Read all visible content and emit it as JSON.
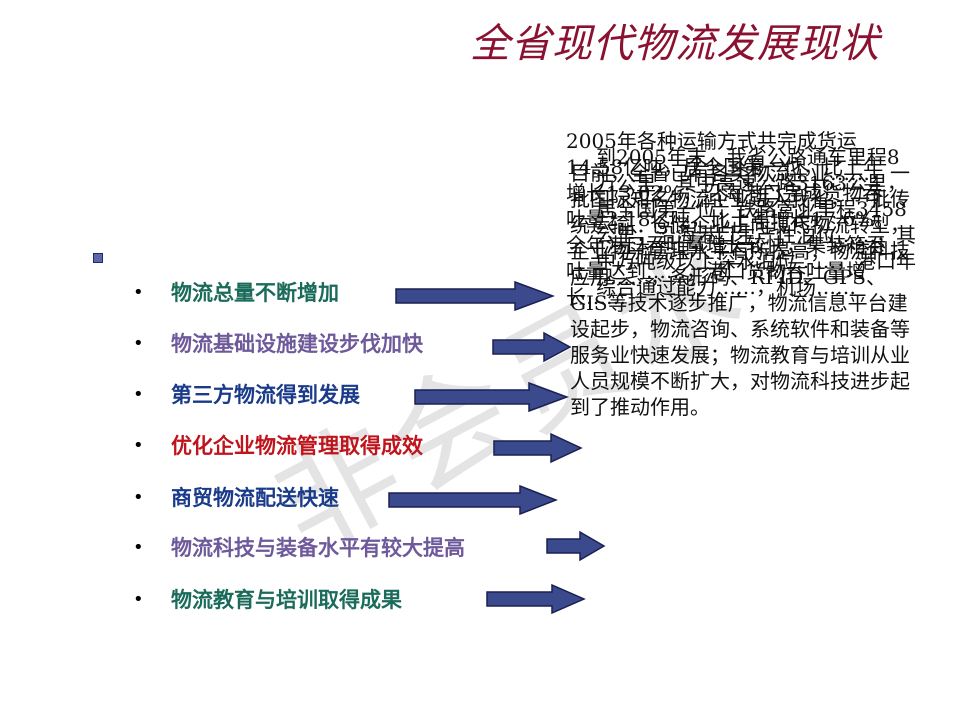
{
  "title": "全省现代物流发展现状",
  "watermark": "非会员水",
  "items": [
    {
      "label": "物流总量不断增加",
      "color": "#1a6b5a"
    },
    {
      "label": "物流基础设施建设步伐加快",
      "color": "#6e5a9a"
    },
    {
      "label": "第三方物流得到发展",
      "color": "#1a3a8a"
    },
    {
      "label": "优化企业物流管理取得成效",
      "color": "#c0141c"
    },
    {
      "label": "商贸物流配送快速",
      "color": "#1a3a8a"
    },
    {
      "label": "物流科技与装备水平有较大提高",
      "color": "#6e5a9a"
    },
    {
      "label": "物流教育与培训取得成果",
      "color": "#1a6b5a"
    }
  ],
  "bullet_char": "•",
  "text_layers": [
    "2005年各种运输方式共完成货运14.58亿吨，居全国第一位，比上年增长13.02%；沿海港口完成货物吞吐量2.18亿吨，比上年增长17.6%。全年港口吞吐量增长较快，集装箱吞吐量达到……，港口货物吞吐量增长……",
    "到2005年末，我省公路通车里程8万公里，其中高速公路3163公里，居全国第一位；铁路营业里程3458公里；沿海港口生产性泊位……，其中万吨级以上深水泊位……，港口年综合通过能力……，机场……",
    "目前，全省已有各类物流企业……，一批国际知名物流企业进入我省，一批传统运输、仓储企业正向现代物流转型，企业物流管理水平有所提高；物流科技应用……，条形码、RFID、GPS、GIS等技术逐步推广，物流信息平台建设起步，物流咨询、系统软件和装备等服务业快速发展；物流教育与培训从业人员规模不断扩大，对物流科技进步起到了推动作用。"
  ],
  "text_visible_fragments": [
    "2005年各种运输方式共完成货",
    "到2005年末，我省公路通车",
    "运14.58亿吨，居全国第一位，",
    "里程8万公里，其中高速公",
    "比上年增长13.02%；沿海港口",
    "路3163公里，居全国第一位",
    "完成货物吞吐量2.18亿吨",
    "物流咨询、系统软件和装备",
    "业务。对物流科技进步起到",
    "经营的快速发展",
    "了推动作用。"
  ]
}
